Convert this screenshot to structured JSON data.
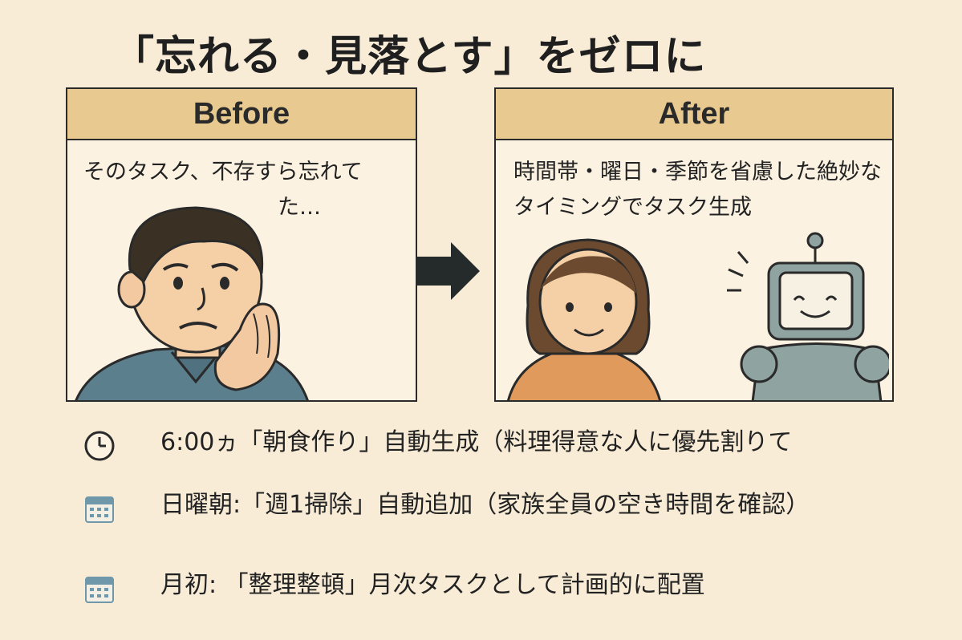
{
  "title": "「忘れる・見落とす」をゼロに",
  "before": {
    "header": "Before",
    "caption_line1": "そのタスク、不存すら忘れて",
    "caption_line2": "た…"
  },
  "after": {
    "header": "After",
    "caption": "時間帯・曜日・季節を省慮した絶妙なタイミングでタスク生成"
  },
  "items": [
    {
      "icon": "clock-icon",
      "text": "6:00ヵ「朝食作り」自動生成（料理得意な人に優先割りて"
    },
    {
      "icon": "calendar-icon",
      "text": "日曜朝:「週1掃除」自動追加（家族全員の空き時間を確認）"
    },
    {
      "icon": "calendar-icon",
      "text": "月初: 「整理整頓」月次タスクとして計画的に配置"
    }
  ],
  "colors": {
    "background": "#f8ecd7",
    "header": "#e8c98f",
    "robot": "#8fa3a0",
    "calendar": "#6f98aa"
  }
}
